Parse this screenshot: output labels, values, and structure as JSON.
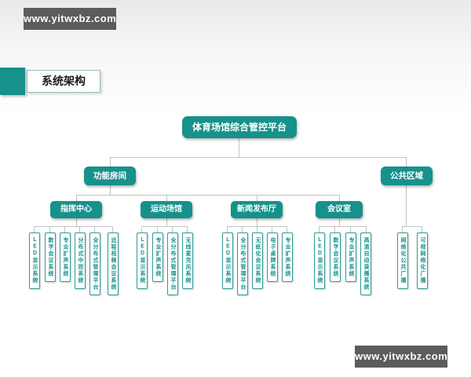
{
  "watermark": {
    "top": "www.yitwxbz.com",
    "bottom": "www.yitwxbz.com"
  },
  "heading": "系统架构",
  "colors": {
    "teal": "#17918b",
    "leaf_border": "#2d9c95",
    "connector": "#c2c2c2",
    "watermark_bg": "#5c5c5c"
  },
  "tree": {
    "root": "体育场馆综合管控平台",
    "branch_left": "功能房间",
    "branch_right": "公共区域",
    "groups": [
      {
        "label": "指挥中心",
        "items": [
          "LED显示系统",
          "数字会议系统",
          "专业扩声系统",
          "分布式中控系统",
          "全分布式管理平台",
          "远程视频会议系统"
        ]
      },
      {
        "label": "运动场馆",
        "items": [
          "LED显示系统",
          "专业扩声系统",
          "全分布式管理平台",
          "无线麦克风系统"
        ]
      },
      {
        "label": "新闻发布厅",
        "items": [
          "LED显示系统",
          "全分布式管理平台",
          "无纸化会议系统",
          "电子桌牌系统",
          "专业扩声系统"
        ]
      },
      {
        "label": "会议室",
        "items": [
          "LED显示系统",
          "数字会议系统",
          "专业扩声系统",
          "高清自动录播系统"
        ]
      }
    ],
    "public_items": [
      "网络化公共广播",
      "可视网络化广播"
    ]
  }
}
